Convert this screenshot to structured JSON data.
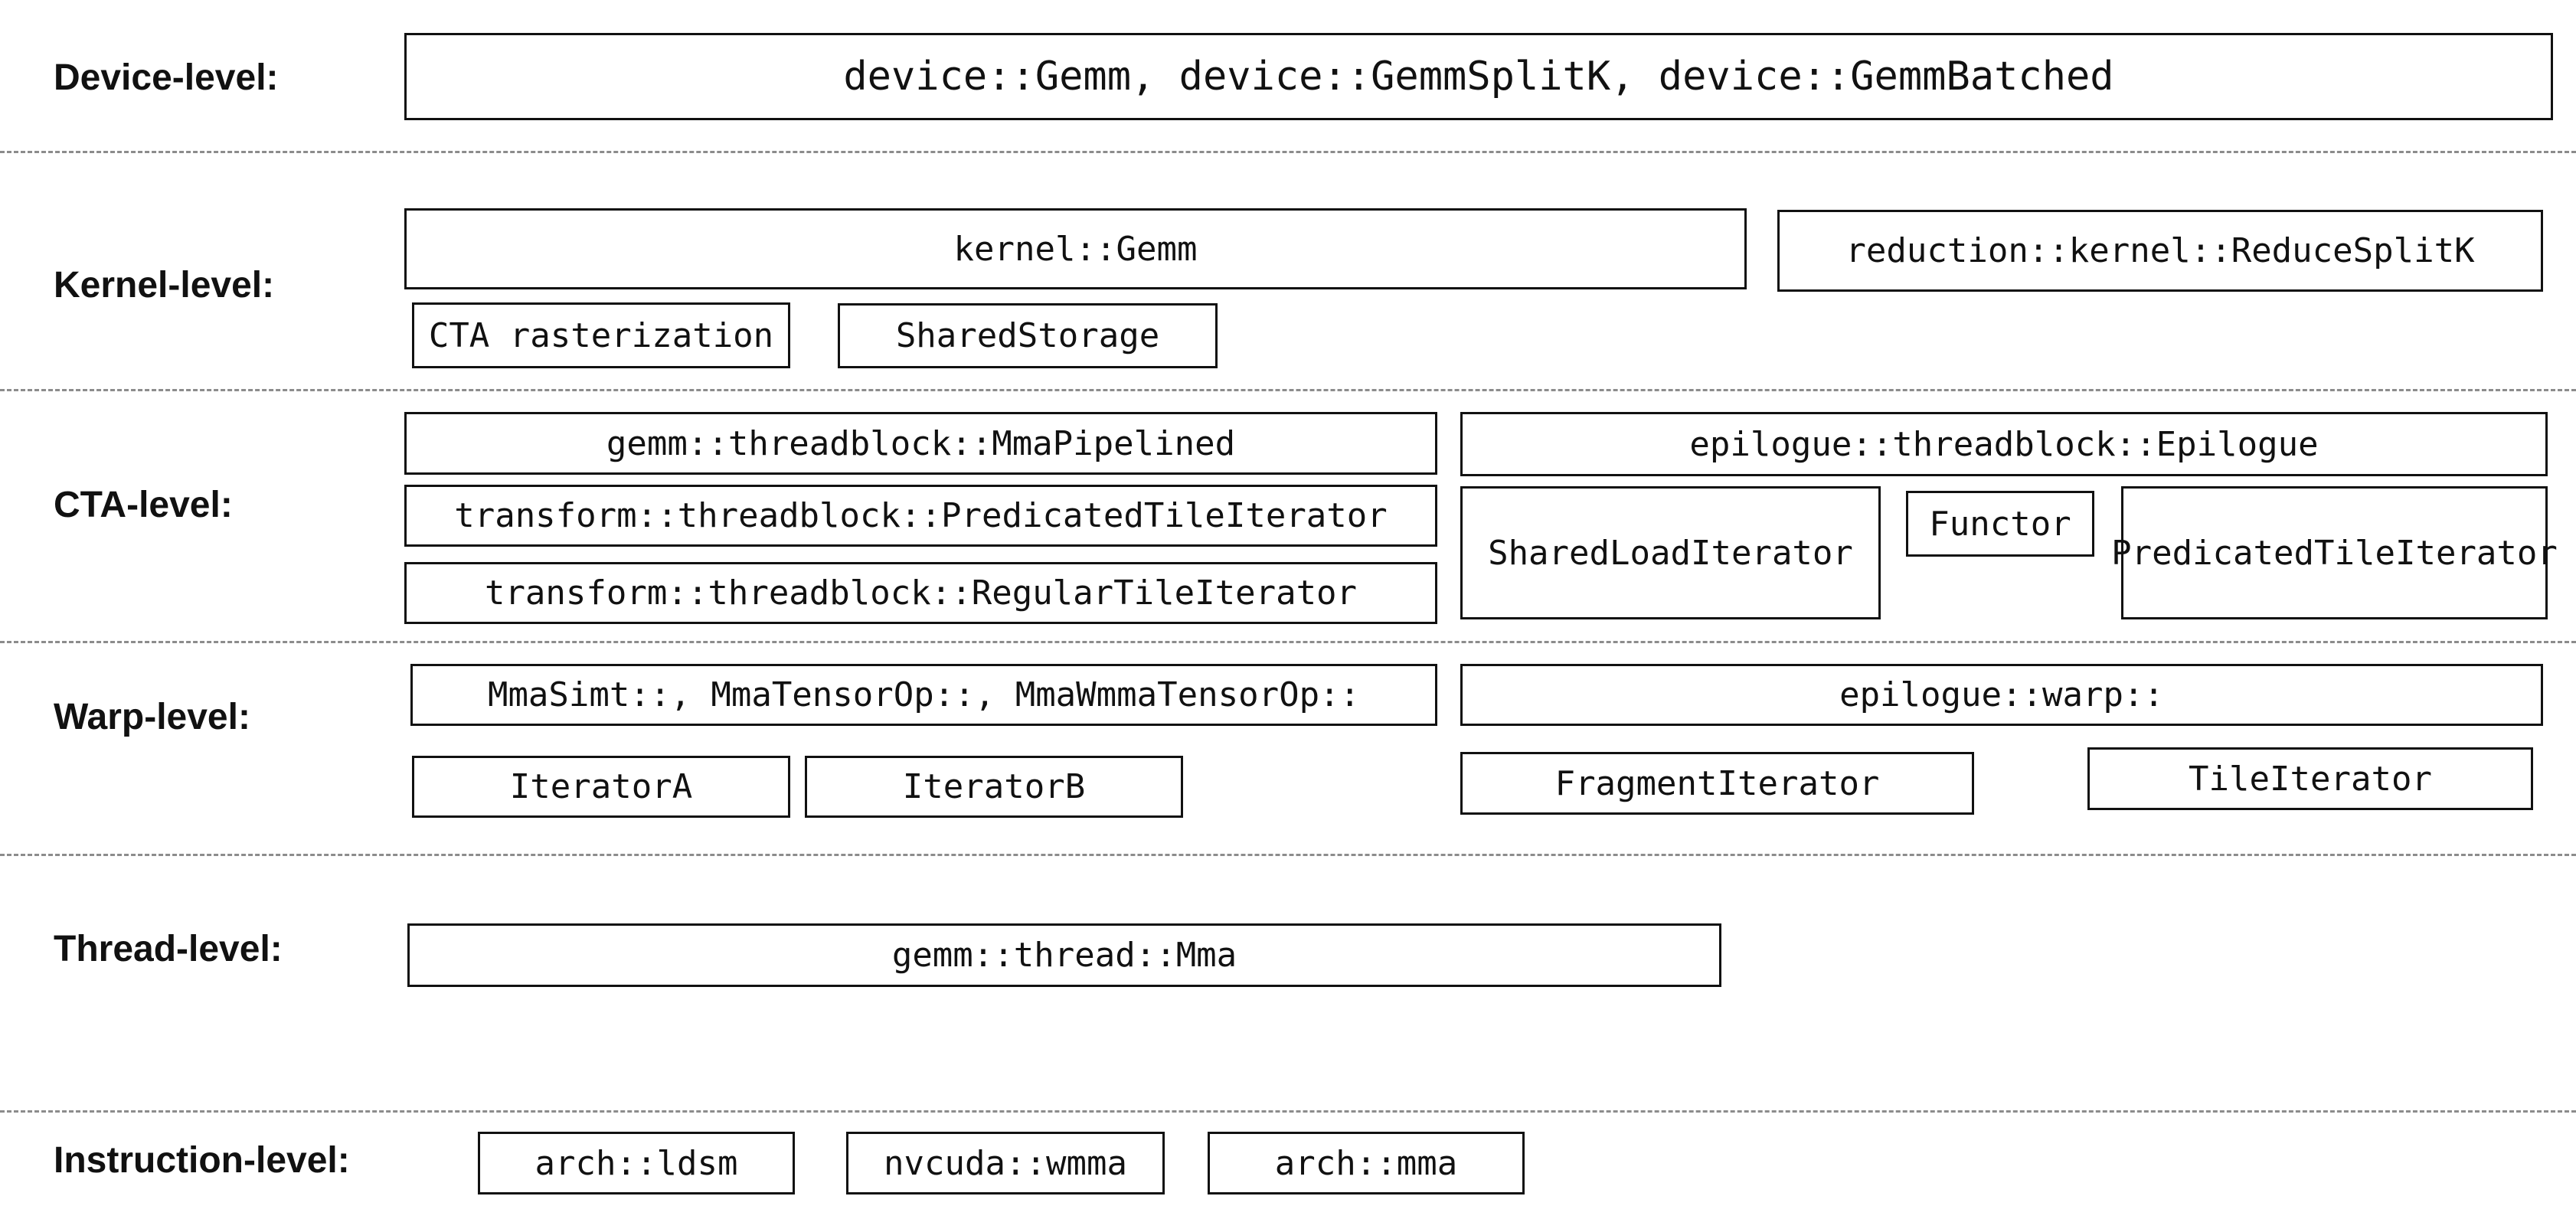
{
  "colors": {
    "background": "#ffffff",
    "box_border": "#111111",
    "text": "#111111",
    "separator": "#8c8c8c"
  },
  "levels": [
    {
      "id": "device",
      "label": "Device-level:",
      "boxes": [
        {
          "text": "device::Gemm, device::GemmSplitK, device::GemmBatched"
        }
      ]
    },
    {
      "id": "kernel",
      "label": "Kernel-level:",
      "boxes": [
        {
          "text": "kernel::Gemm"
        },
        {
          "text": "reduction::kernel::ReduceSplitK"
        },
        {
          "text": "CTA rasterization"
        },
        {
          "text": "SharedStorage"
        }
      ]
    },
    {
      "id": "cta",
      "label": "CTA-level:",
      "boxes": [
        {
          "text": "gemm::threadblock::MmaPipelined"
        },
        {
          "text": "transform::threadblock::PredicatedTileIterator"
        },
        {
          "text": "transform::threadblock::RegularTileIterator"
        },
        {
          "text": "epilogue::threadblock::Epilogue"
        },
        {
          "text": "SharedLoadIterator"
        },
        {
          "text": "Functor"
        },
        {
          "text": "PredicatedTileIterator"
        }
      ]
    },
    {
      "id": "warp",
      "label": "Warp-level:",
      "boxes": [
        {
          "text": "MmaSimt::, MmaTensorOp::, MmaWmmaTensorOp::"
        },
        {
          "text": "epilogue::warp::"
        },
        {
          "text": "IteratorA"
        },
        {
          "text": "IteratorB"
        },
        {
          "text": "FragmentIterator"
        },
        {
          "text": "TileIterator"
        }
      ]
    },
    {
      "id": "thread",
      "label": "Thread-level:",
      "boxes": [
        {
          "text": "gemm::thread::Mma"
        }
      ]
    },
    {
      "id": "instruction",
      "label": "Instruction-level:",
      "boxes": [
        {
          "text": "arch::ldsm"
        },
        {
          "text": "nvcuda::wmma"
        },
        {
          "text": "arch::mma"
        }
      ]
    }
  ]
}
